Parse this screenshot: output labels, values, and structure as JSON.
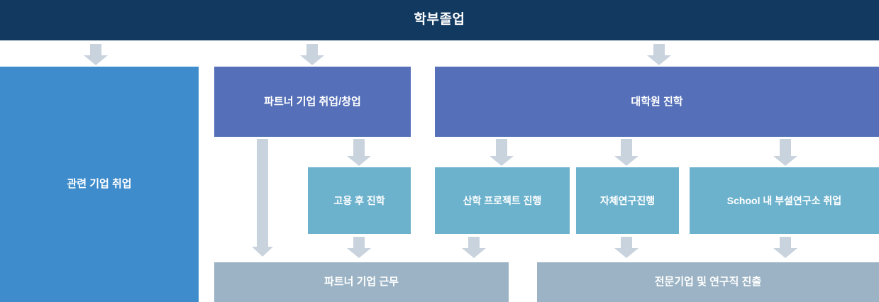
{
  "diagram": {
    "title": "학부졸업",
    "boxes": {
      "header": "학부졸업",
      "left_track": "관련 기업 취업",
      "partner_employment": "파트너 기업 취업/창업",
      "grad_school": "대학원 진학",
      "employ_then_study": "고용 후 진학",
      "industry_project": "산학 프로젝트 진행",
      "own_research": "자체연구진행",
      "school_institute": "School 내 부설연구소 취업",
      "partner_work": "파트너 기업 근무",
      "professional_career": "전문기업 및 연구직 진출"
    },
    "colors": {
      "header": "#123a61",
      "level1": "#5570b8",
      "left": "#3e8ccb",
      "level2": "#6cb2cd",
      "level3": "#9bb3c4",
      "arrow": "#c9d3de"
    }
  }
}
